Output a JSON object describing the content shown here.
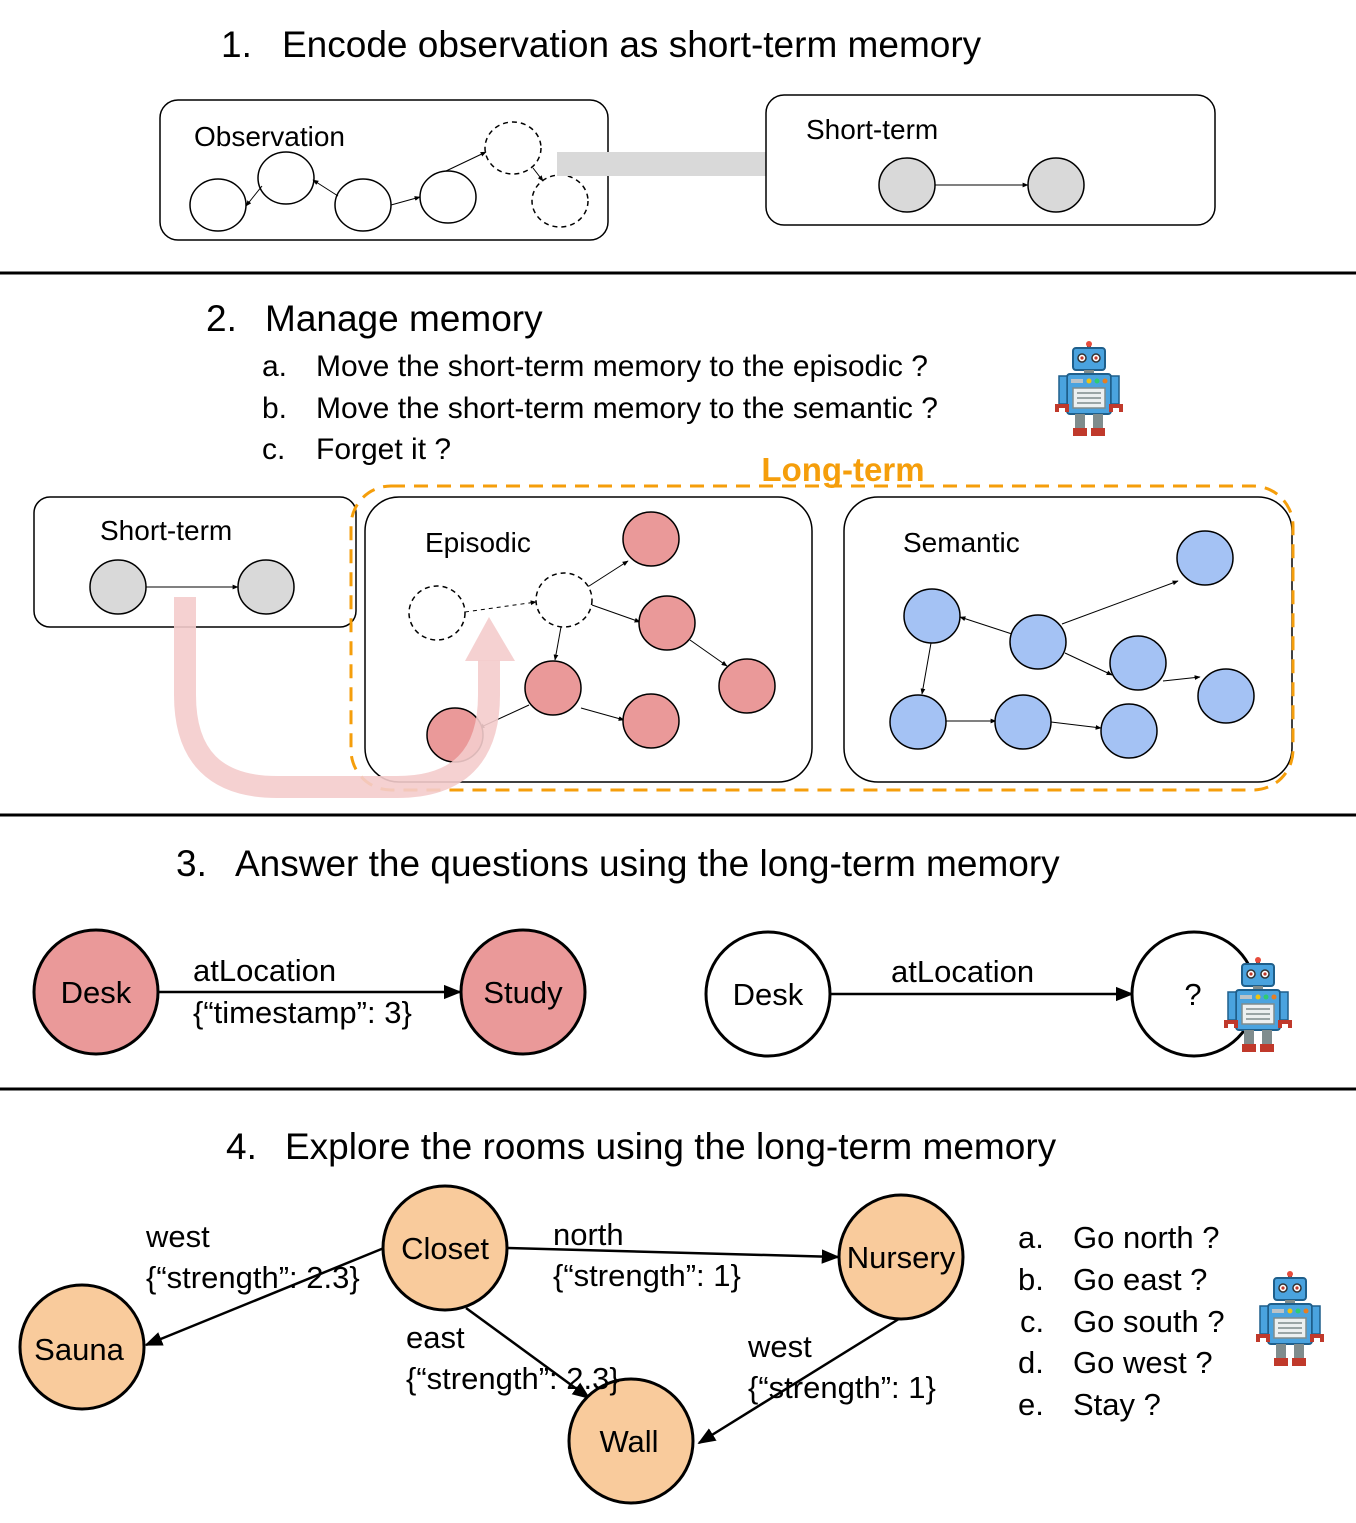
{
  "colors": {
    "short_term_node": "#d9d9d9",
    "episodic_node": "#ea9999",
    "semantic_node": "#a4c2f4",
    "room_node": "#f9cb9c",
    "long_term_accent": "#f59e0b",
    "arrow_grey": "#d9d9d9",
    "arrow_pink": "#f4cccc",
    "robot_body": "#4aa3df"
  },
  "section1": {
    "number": "1.",
    "title": "Encode observation as short-term memory",
    "observation_label": "Observation",
    "short_term_label": "Short-term"
  },
  "section2": {
    "number": "2.",
    "title": "Manage memory",
    "options": [
      {
        "letter": "a.",
        "text": "Move the short-term memory to the episodic ?"
      },
      {
        "letter": "b.",
        "text": "Move the short-term memory to the semantic ?"
      },
      {
        "letter": "c.",
        "text": "Forget it ?"
      }
    ],
    "short_term_label": "Short-term",
    "long_term_label": "Long-term",
    "episodic_label": "Episodic",
    "semantic_label": "Semantic"
  },
  "section3": {
    "number": "3.",
    "title": "Answer the questions using the long-term memory",
    "left": {
      "subject": "Desk",
      "relation": "atLocation",
      "qualifier": "{“timestamp”: 3}",
      "object": "Study"
    },
    "right": {
      "subject": "Desk",
      "relation": "atLocation",
      "object": "?"
    }
  },
  "section4": {
    "number": "4.",
    "title": "Explore the rooms using the long-term memory",
    "rooms": {
      "closet": "Closet",
      "nursery": "Nursery",
      "sauna": "Sauna",
      "wall": "Wall"
    },
    "edges": {
      "west_sauna": {
        "relation": "west",
        "qualifier": "{“strength”: 2.3}"
      },
      "north": {
        "relation": "north",
        "qualifier": "{“strength”: 1}"
      },
      "east": {
        "relation": "east",
        "qualifier": "{“strength”: 2.3}"
      },
      "west_wall": {
        "relation": "west",
        "qualifier": "{“strength”: 1}"
      }
    },
    "actions": [
      {
        "letter": "a.",
        "text": "Go north ?"
      },
      {
        "letter": "b.",
        "text": "Go east ?"
      },
      {
        "letter": "c.",
        "text": "Go south ?"
      },
      {
        "letter": "d.",
        "text": "Go west ?"
      },
      {
        "letter": "e.",
        "text": "Stay ?"
      }
    ]
  }
}
